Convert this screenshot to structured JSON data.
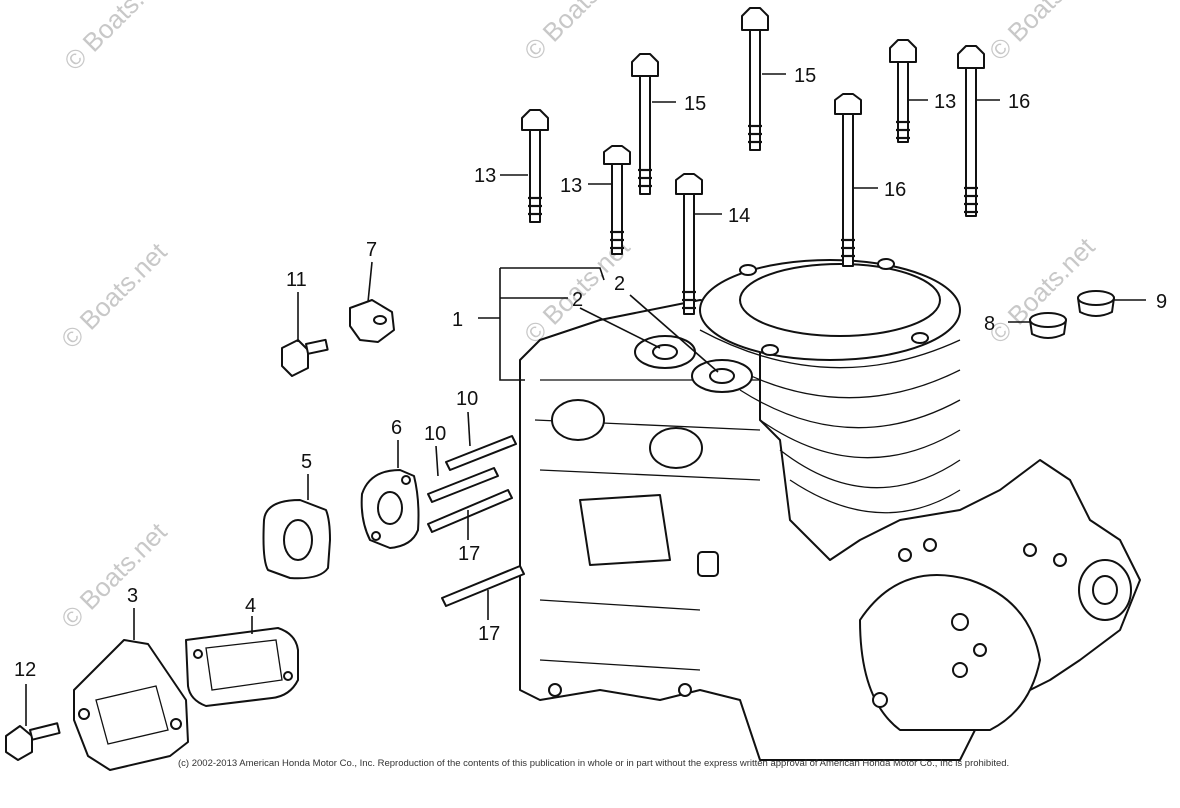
{
  "watermark": "© Boats.net",
  "copyright": "(c) 2002-2013 American Honda Motor Co., Inc. Reproduction of the contents of this publication in whole or in part without the express written approval of American Honda Motor Co., Inc is prohibited.",
  "callouts": {
    "c1": "1",
    "c2a": "2",
    "c2b": "2",
    "c3": "3",
    "c4": "4",
    "c5": "5",
    "c6": "6",
    "c7": "7",
    "c8": "8",
    "c9": "9",
    "c10a": "10",
    "c10b": "10",
    "c11": "11",
    "c12": "12",
    "c13a": "13",
    "c13b": "13",
    "c13c": "13",
    "c14": "14",
    "c15a": "15",
    "c15b": "15",
    "c16a": "16",
    "c16b": "16",
    "c17a": "17",
    "c17b": "17"
  }
}
